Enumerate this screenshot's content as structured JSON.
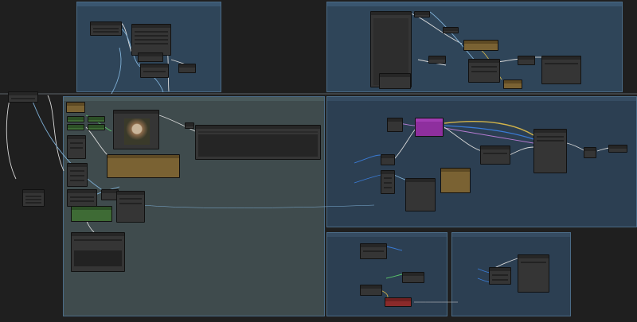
{
  "app": {
    "title": ""
  },
  "colors": {
    "canvas_bg": "#1f1f1f",
    "group_blue": "#2f4559",
    "group_slate": "#3f4b4d",
    "group_dark_blue": "#2c3f52",
    "node_bg": "#353535",
    "node_green": "#3e6b35",
    "node_gold": "#7a6233",
    "node_purple": "#8e2f9e",
    "node_red": "#8a2a2a",
    "wire_cyan": "#7fb0d6",
    "wire_blue": "#3a7bd5",
    "wire_purple": "#b57bd1",
    "wire_yellow": "#d1b34a",
    "wire_green": "#59c36a",
    "wire_white": "#d9d9d9"
  },
  "groups": [
    {
      "id": "group-top-left",
      "label": ""
    },
    {
      "id": "group-top-right",
      "label": ""
    },
    {
      "id": "group-main",
      "label": ""
    },
    {
      "id": "group-right-mid",
      "label": ""
    },
    {
      "id": "group-bottom-mid",
      "label": ""
    },
    {
      "id": "group-bottom-right",
      "label": ""
    }
  ],
  "preview_image": {
    "description_icon": "image-preview-icon"
  }
}
